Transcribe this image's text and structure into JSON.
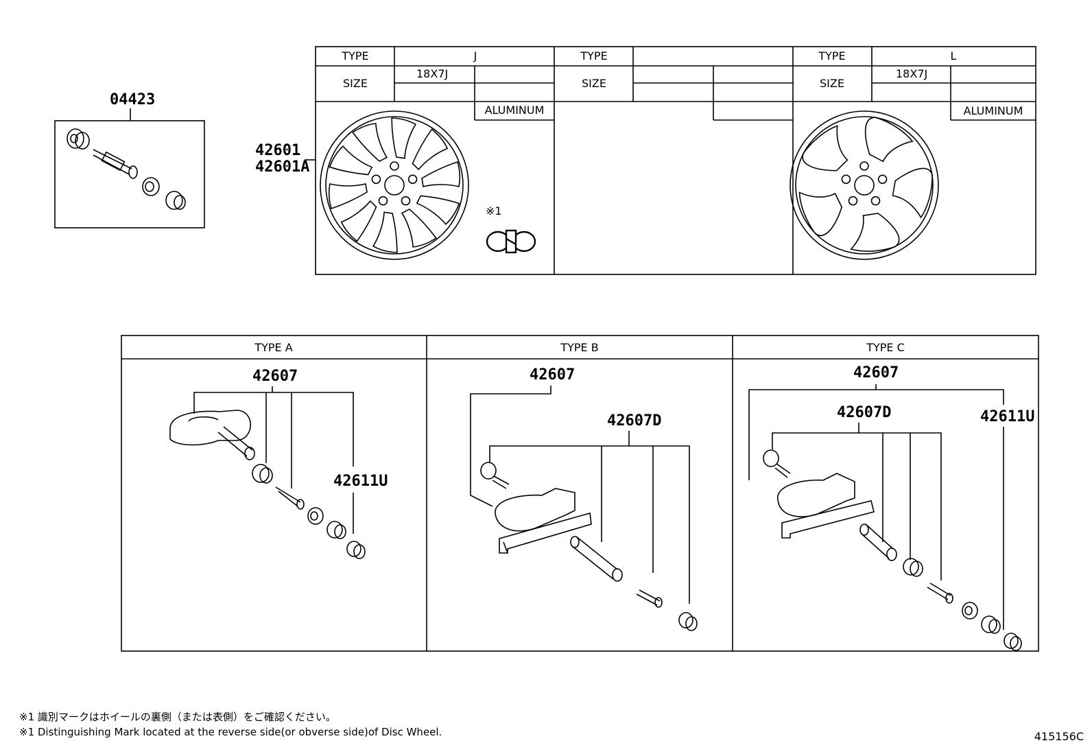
{
  "kit": {
    "part_number": "04423"
  },
  "wheel_table": {
    "callout": [
      "42601",
      "42601A"
    ],
    "type_label": "TYPE",
    "size_label": "SIZE",
    "columns": [
      {
        "type": "J",
        "size": "18X7J",
        "material": "ALUMINUM"
      },
      {
        "type": "",
        "size": "",
        "material": ""
      },
      {
        "type": "L",
        "size": "18X7J",
        "material": "ALUMINUM"
      }
    ],
    "mark_ref": "※1"
  },
  "sensor_types": [
    {
      "header": "TYPE A",
      "labels": [
        "42607",
        "42611U"
      ]
    },
    {
      "header": "TYPE B",
      "labels": [
        "42607",
        "42607D"
      ]
    },
    {
      "header": "TYPE C",
      "labels": [
        "42607",
        "42607D",
        "42611U"
      ]
    }
  ],
  "notes": {
    "jp": "※1 識別マークはホイールの裏側（または表側）をご確認ください。",
    "en": "※1 Distinguishing Mark located at the reverse side(or obverse side)of Disc Wheel."
  },
  "diagram_code": "415156C"
}
